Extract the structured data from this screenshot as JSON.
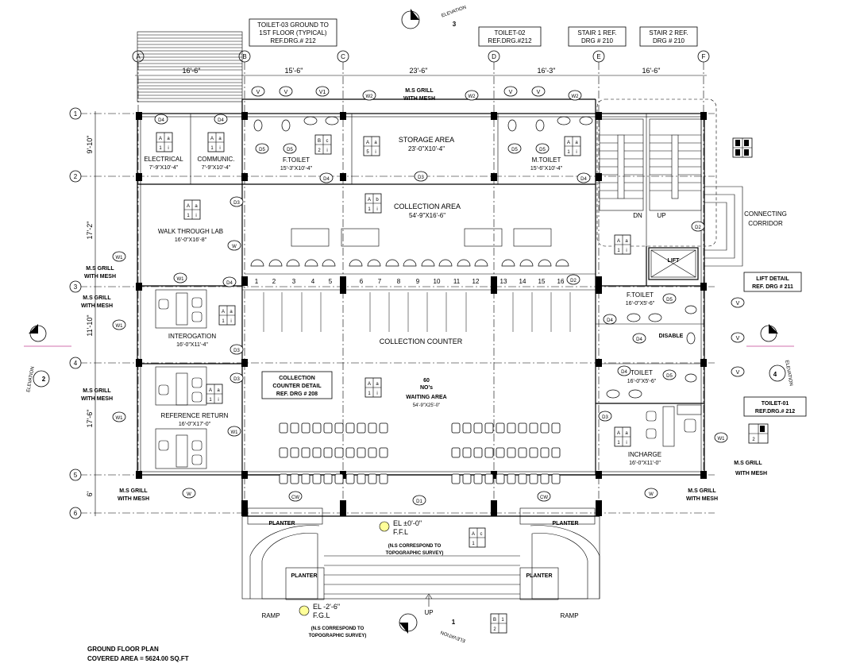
{
  "plan": {
    "title": "GROUND FLOOR PLAN",
    "covered_area": "COVERED AREA = 5624.00 SQ.FT",
    "grid_letters": [
      "A",
      "B",
      "C",
      "D",
      "E",
      "F"
    ],
    "grid_numbers": [
      "1",
      "2",
      "3",
      "4",
      "5",
      "6"
    ],
    "dims_top": [
      "16'-6\"",
      "15'-6\"",
      "23'-6\"",
      "16'-3\"",
      "16'-6\""
    ],
    "dims_left": [
      "9'-10\"",
      "17'-2\"",
      "11'-10\"",
      "17'-6\"",
      "6'"
    ]
  },
  "refs": {
    "toilet03": [
      "TOILET-03 GROUND TO",
      "1ST FLOOR (TYPICAL)",
      "REF.DRG.# 212"
    ],
    "toilet02": [
      "TOILET-02",
      "REF.DRG.#212"
    ],
    "stair1": [
      "STAIR 1 REF.",
      "DRG # 210"
    ],
    "stair2": [
      "STAIR 2 REF.",
      "DRG # 210"
    ],
    "lift": [
      "LIFT DETAIL",
      "REF. DRG # 211"
    ],
    "toilet01": [
      "TOILET-01",
      "REF.DRG.# 212"
    ],
    "counter": [
      "COLLECTION",
      "COUNTER DETAIL",
      "REF. DRG # 208"
    ]
  },
  "rooms": {
    "electrical": [
      "ELECTRICAL",
      "7'-9\"X10'-4\""
    ],
    "communic": [
      "COMMUNIC.",
      "7'-9\"X10'-4\""
    ],
    "ftoilet": [
      "F.TOILET",
      "15'-3\"X10'-4\""
    ],
    "storage": [
      "STORAGE  AREA",
      "23'-0\"X10'-4\""
    ],
    "mtoilet": [
      "M.TOILET",
      "15'-6\"X10'-4\""
    ],
    "walklab": [
      "WALK THROUGH LAB",
      "16'-0\"X16'-8\""
    ],
    "collection": [
      "COLLECTION AREA",
      "54'-9\"X16'-6\""
    ],
    "interogation": [
      "INTEROGATION",
      "16'-0\"X11'-4\""
    ],
    "counter": "COLLECTION COUNTER",
    "waiting": [
      "60",
      "NO's",
      "WAITING AREA",
      "54'-9\"X25'-0\""
    ],
    "reference": [
      "REFERENCE RETURN",
      "16'-0\"X17'-0\""
    ],
    "ftoilet2": [
      "F.TOILET",
      "16'-0\"X5'-6\""
    ],
    "disable": "DISABLE",
    "toilet": [
      "TOILET",
      "16'-0\"X5'-6\""
    ],
    "incharge": [
      "INCHARGE",
      "16'-0\"X11'-0\""
    ],
    "lift": "LIFT",
    "dn": "DN",
    "up": "UP",
    "corridor": [
      "CONNECTING",
      "CORRIDOR"
    ],
    "planter": "PLANTER",
    "ramp": "RAMP",
    "up_entry": "UP"
  },
  "notes": {
    "msgrill": [
      "M.S GRILL",
      "WITH MESH"
    ],
    "el_ffl": [
      "EL ±0'-0\"",
      "F.F.L"
    ],
    "el_fgl": [
      "EL -2'-6\"",
      "F.G.L"
    ],
    "topo": [
      "(N.S CORRESPOND TO",
      "TOPOGRAPHIC SURVEY)"
    ],
    "elevation": "ELEVATION",
    "counter_numbers": [
      "1",
      "2",
      "3",
      "4",
      "5",
      "6",
      "7",
      "8",
      "9",
      "10",
      "11",
      "12",
      "13",
      "14",
      "15",
      "16"
    ]
  },
  "tags": {
    "V": "V",
    "V1": "V1",
    "W": "W",
    "W1": "W1",
    "W2": "W2",
    "D1": "D1",
    "D2": "D2",
    "D3": "D3",
    "D4": "D4",
    "D5": "D5",
    "CW": "CW"
  },
  "legend_cells": [
    "A",
    "a",
    "1",
    "i",
    "b",
    "5",
    "B",
    "c",
    "2"
  ],
  "elevation_numbers": [
    "1",
    "2",
    "3",
    "4"
  ]
}
